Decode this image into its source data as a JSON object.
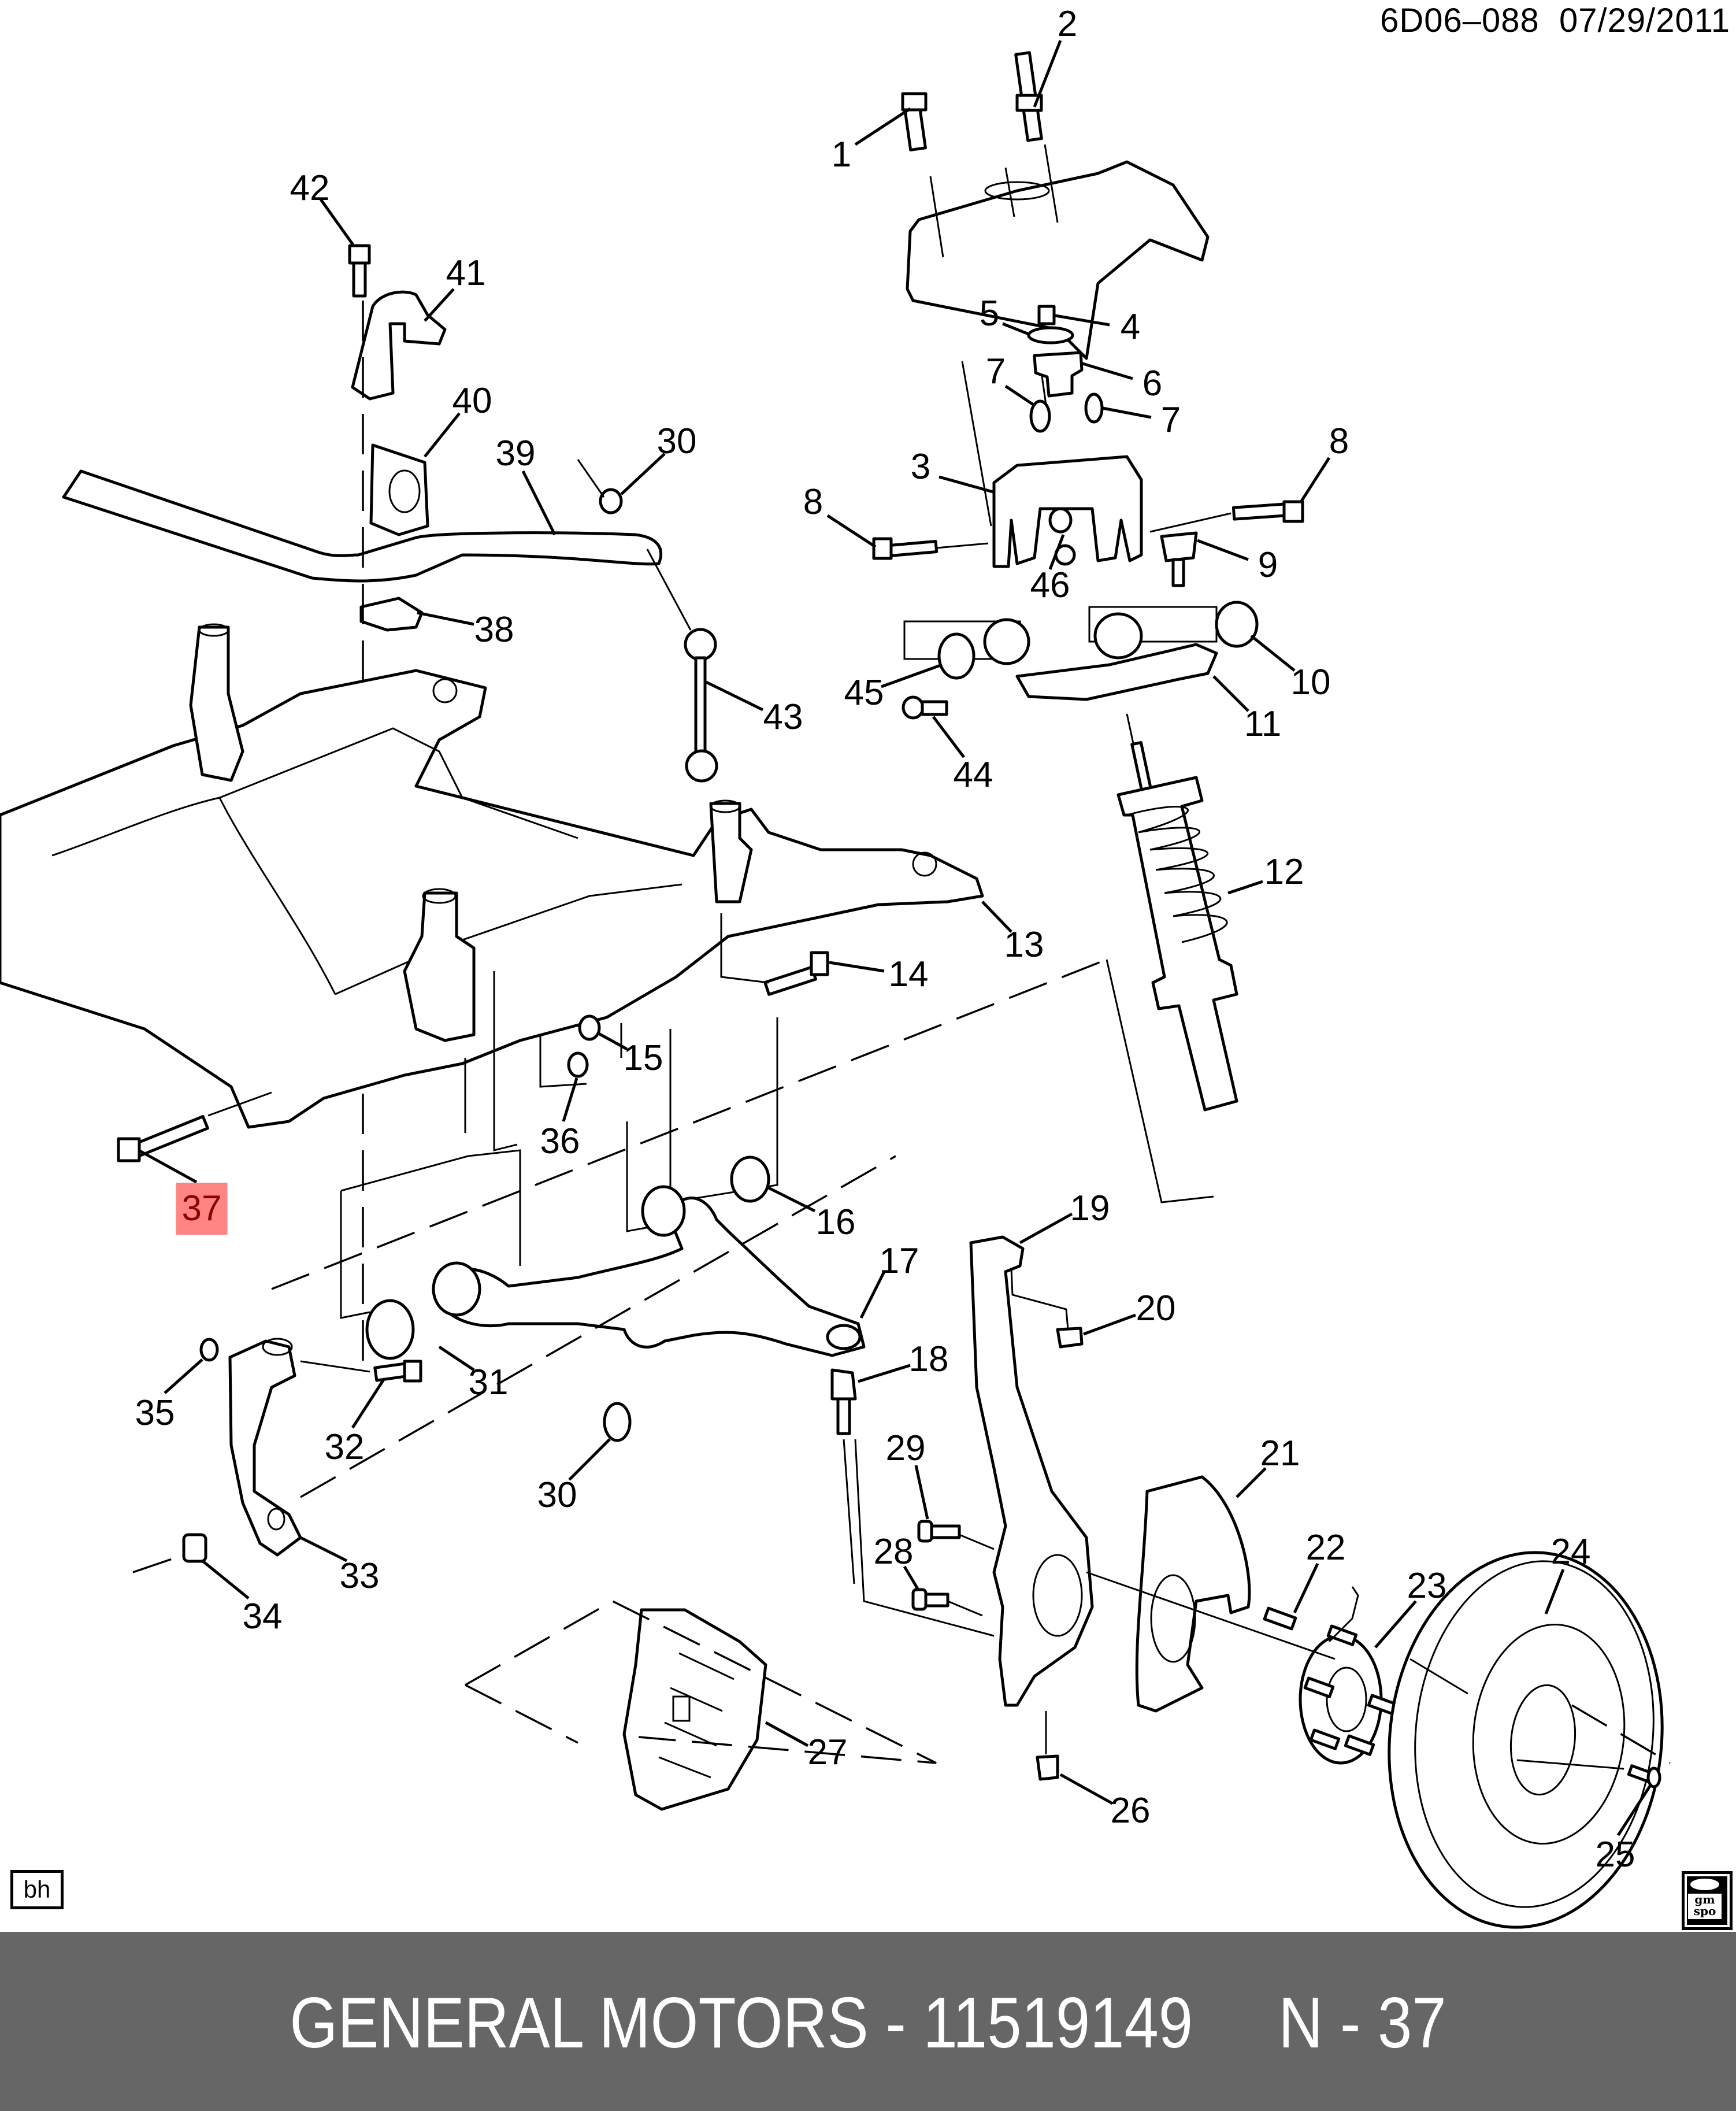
{
  "document": {
    "id": "6D06–088",
    "date": "07/29/2011",
    "corner_tag": "bh",
    "logo": {
      "name": "gm-spo-logo",
      "line1": "gm",
      "line2": "spo"
    }
  },
  "footer": {
    "brand": "GENERAL MOTORS",
    "separator": "-",
    "part_number": "11519149",
    "callout_ref": "N - 37"
  },
  "highlight": {
    "callout": "37",
    "fill": "#ff8585",
    "text_color": "#8b0000"
  },
  "colors": {
    "footer_bg": "#666666",
    "footer_text": "#ffffff",
    "line_art": "#000000"
  },
  "callouts": [
    {
      "label": "1",
      "part": "bolt-strut-mount"
    },
    {
      "label": "2",
      "part": "stud-strut-mount"
    },
    {
      "label": "3",
      "part": "upper-control-arm-bracket"
    },
    {
      "label": "4",
      "part": "nut"
    },
    {
      "label": "5",
      "part": "washer"
    },
    {
      "label": "6",
      "part": "strut-mount-insulator"
    },
    {
      "label": "7",
      "part": "bumper"
    },
    {
      "label": "7",
      "part": "bumper"
    },
    {
      "label": "8",
      "part": "bolt"
    },
    {
      "label": "8",
      "part": "bolt"
    },
    {
      "label": "9",
      "part": "upper-ball-joint"
    },
    {
      "label": "10",
      "part": "bushing"
    },
    {
      "label": "11",
      "part": "upper-control-arm"
    },
    {
      "label": "12",
      "part": "strut-assembly"
    },
    {
      "label": "13",
      "part": "frame"
    },
    {
      "label": "14",
      "part": "bolt"
    },
    {
      "label": "15",
      "part": "nut"
    },
    {
      "label": "16",
      "part": "bushing"
    },
    {
      "label": "17",
      "part": "lower-control-arm"
    },
    {
      "label": "18",
      "part": "lower-ball-joint"
    },
    {
      "label": "19",
      "part": "steering-knuckle"
    },
    {
      "label": "20",
      "part": "nut"
    },
    {
      "label": "21",
      "part": "splash-shield"
    },
    {
      "label": "22",
      "part": "bolt"
    },
    {
      "label": "23",
      "part": "hub-bearing"
    },
    {
      "label": "24",
      "part": "rotor"
    },
    {
      "label": "25",
      "part": "screw"
    },
    {
      "label": "26",
      "part": "nut"
    },
    {
      "label": "27",
      "part": "caliper"
    },
    {
      "label": "28",
      "part": "bolt"
    },
    {
      "label": "29",
      "part": "bolt"
    },
    {
      "label": "30",
      "part": "nut"
    },
    {
      "label": "30",
      "part": "nut"
    },
    {
      "label": "31",
      "part": "bushing"
    },
    {
      "label": "32",
      "part": "bolt"
    },
    {
      "label": "33",
      "part": "link"
    },
    {
      "label": "34",
      "part": "nut"
    },
    {
      "label": "35",
      "part": "nut"
    },
    {
      "label": "36",
      "part": "nut"
    },
    {
      "label": "37",
      "part": "bolt"
    },
    {
      "label": "38",
      "part": "bracket"
    },
    {
      "label": "39",
      "part": "stabilizer-shaft"
    },
    {
      "label": "40",
      "part": "insulator"
    },
    {
      "label": "41",
      "part": "clamp"
    },
    {
      "label": "42",
      "part": "bolt"
    },
    {
      "label": "43",
      "part": "stabilizer-link"
    },
    {
      "label": "44",
      "part": "bolt"
    },
    {
      "label": "45",
      "part": "bushing"
    },
    {
      "label": "46",
      "part": "nut"
    }
  ]
}
